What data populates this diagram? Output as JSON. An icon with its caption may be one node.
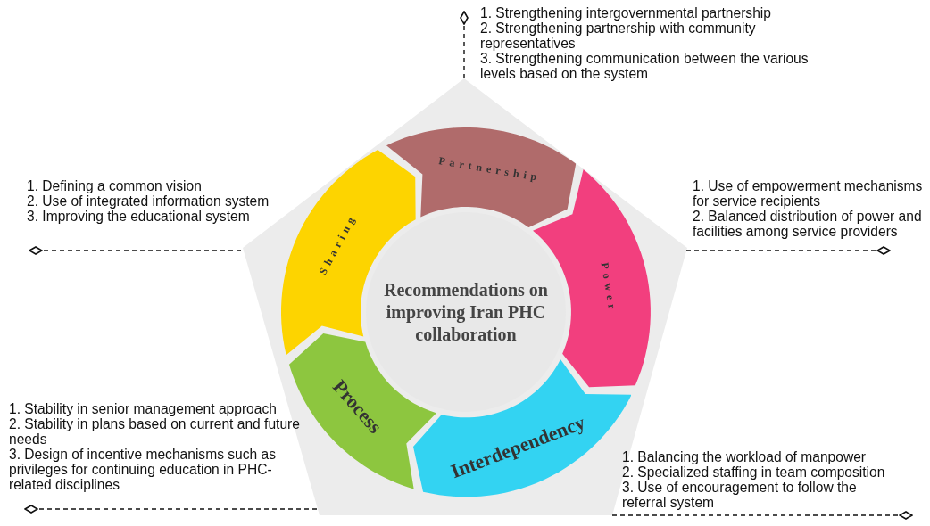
{
  "diagram": {
    "nodes": [
      {
        "text": [],
        "shape": "pentagon"
      },
      {
        "text": [
          "Recommendations on improving Iran PHC collaboration"
        ],
        "in": 0
      },
      {
        "text": [
          "Partnership"
        ],
        "in": 0
      },
      {
        "text": [
          "Power"
        ],
        "in": 0
      },
      {
        "text": [
          "Interdependency"
        ],
        "in": 0
      },
      {
        "text": [
          "Process"
        ],
        "in": 0
      },
      {
        "text": [
          "Sharing"
        ],
        "in": 0
      },
      {
        "text": [
          "1. Strengthening intergovernmental partnership",
          "2. Strengthening partnership with community representatives",
          "3. Strengthening communication between the various levels based on the system"
        ]
      },
      {
        "text": [
          "1. Use of empowerment mechanisms for service recipients",
          "2. Balanced distribution of power and facilities among service providers"
        ]
      },
      {
        "text": [
          "1. Balancing the workload of manpower",
          "2. Specialized staffing in team composition",
          "3. Use of encouragement to follow the referral system"
        ]
      },
      {
        "text": [
          "1. Stability in senior management approach",
          "2. Stability in plans based on current and future needs",
          "3. Design of incentive mechanisms such as privileges for continuing education in PHC-related disciplines"
        ]
      },
      {
        "text": [
          "1. Defining a common vision",
          "2. Use of integrated information system",
          "3. Improving the educational system"
        ]
      }
    ],
    "edges": [
      {
        "from": 7,
        "to": 0,
        "arrow": "other",
        "style": "dashed"
      },
      {
        "from": 8,
        "to": 0,
        "arrow": "other",
        "style": "dashed"
      },
      {
        "from": 9,
        "to": 0,
        "arrow": "other",
        "style": "dashed"
      },
      {
        "from": 10,
        "to": 0,
        "arrow": "other",
        "style": "dashed"
      },
      {
        "from": 11,
        "to": 0,
        "arrow": "other",
        "style": "dashed"
      }
    ]
  }
}
